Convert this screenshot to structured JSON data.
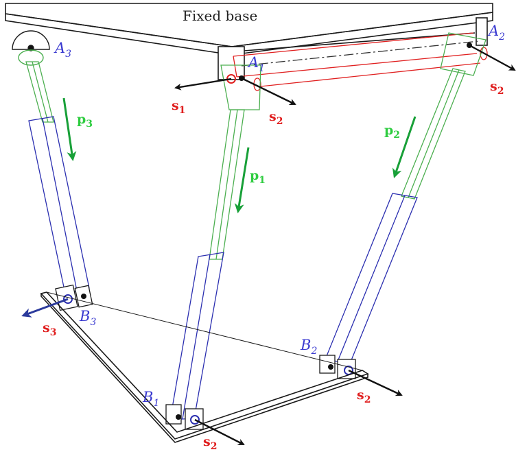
{
  "title": "Fixed base",
  "colors": {
    "frame": "#1a1a1a",
    "upper_leg": "#4caf50",
    "lower_leg": "#2b2fb0",
    "red_link": "#e02020",
    "p_vector": "#18a038",
    "s3_vector": "#2b3a9c",
    "point_label": "#3a3ad0",
    "s_label": "#e02020",
    "p_label": "#2ecc40"
  },
  "points": {
    "A1": {
      "base": "A",
      "sub": "1"
    },
    "A2": {
      "base": "A",
      "sub": "2"
    },
    "A3": {
      "base": "A",
      "sub": "3"
    },
    "B1": {
      "base": "B",
      "sub": "1"
    },
    "B2": {
      "base": "B",
      "sub": "2"
    },
    "B3": {
      "base": "B",
      "sub": "3"
    }
  },
  "vectors": {
    "p1": {
      "base": "p",
      "sub": "1"
    },
    "p2": {
      "base": "p",
      "sub": "2"
    },
    "p3": {
      "base": "p",
      "sub": "3"
    },
    "s_A1_left": {
      "base": "s",
      "sub": "1"
    },
    "s_A1_right": {
      "base": "s",
      "sub": "2"
    },
    "s_A2": {
      "base": "s",
      "sub": "2"
    },
    "s_B1": {
      "base": "s",
      "sub": "2"
    },
    "s_B2": {
      "base": "s",
      "sub": "2"
    },
    "s_B3": {
      "base": "s",
      "sub": "3"
    }
  }
}
